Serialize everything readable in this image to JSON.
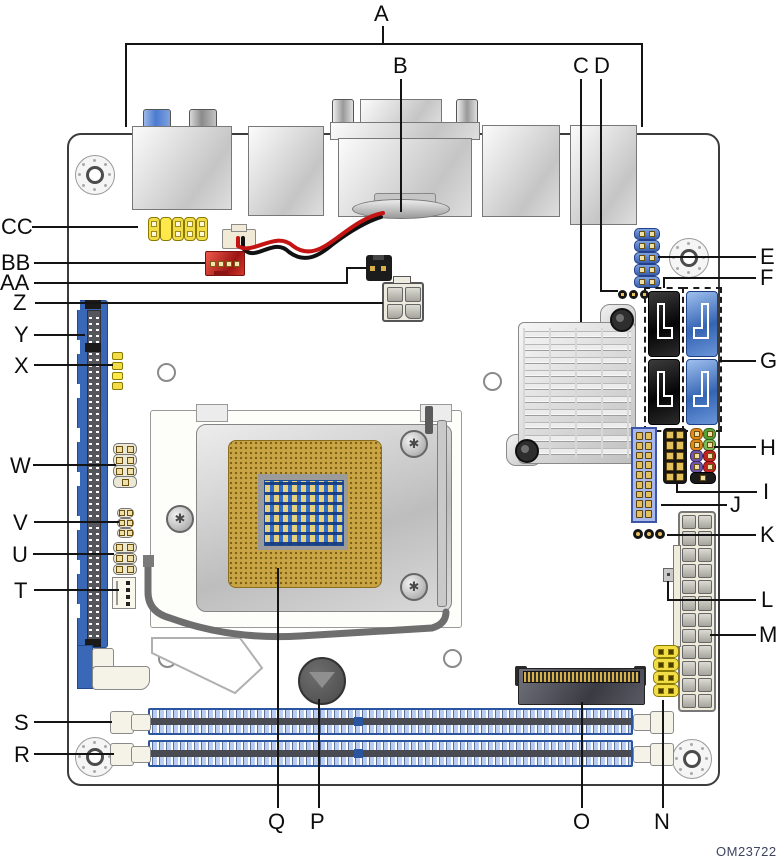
{
  "figure": {
    "part_code": "OM23722"
  },
  "callouts": {
    "A": "A",
    "B": "B",
    "C": "C",
    "D": "D",
    "E": "E",
    "F": "F",
    "G": "G",
    "H": "H",
    "I": "I",
    "J": "J",
    "K": "K",
    "L": "L",
    "M": "M",
    "N": "N",
    "O": "O",
    "P": "P",
    "Q": "Q",
    "R": "R",
    "S": "S",
    "T": "T",
    "U": "U",
    "V": "V",
    "W": "W",
    "X": "X",
    "Y": "Y",
    "Z": "Z",
    "AA": "AA",
    "BB": "BB",
    "CC": "CC"
  }
}
